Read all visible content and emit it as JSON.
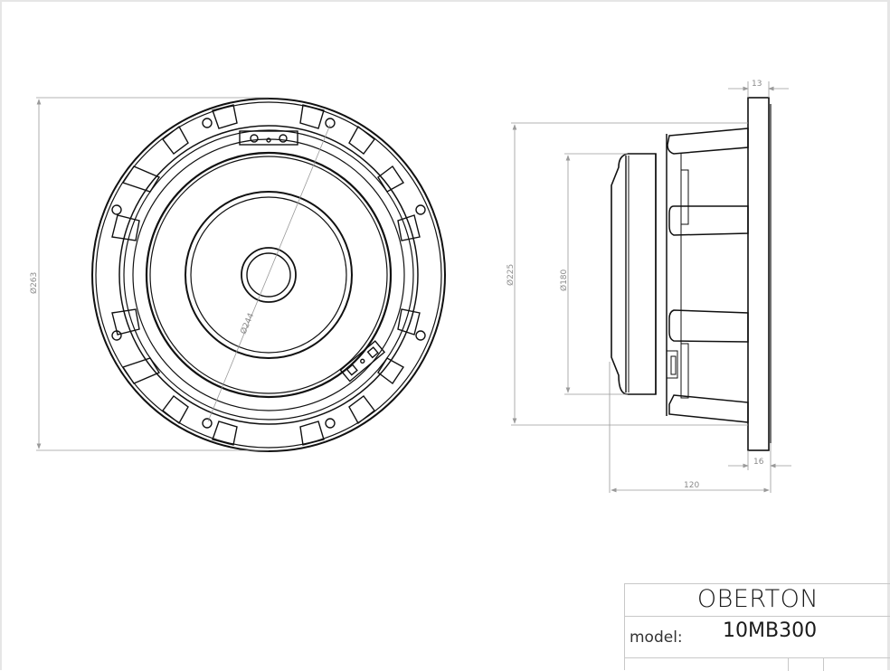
{
  "drawing": {
    "type": "technical-drawing",
    "subject": "loudspeaker driver",
    "views": [
      "front",
      "side"
    ]
  },
  "dimensions": {
    "front_overall_diameter": "Ø263",
    "front_mounting_hole_diameter": "Ø244",
    "side_flange_diameter": "Ø225",
    "side_magnet_diameter": "Ø180",
    "flange_thickness_top": "13",
    "flange_thickness_bottom": "16",
    "overall_depth": "120"
  },
  "title_block": {
    "brand": "OBERTON",
    "model_label": "model:",
    "model_value": "10MB300"
  },
  "colors": {
    "line": "#111111",
    "dimension": "#9a9a9a",
    "frame": "#c8c8c8"
  }
}
